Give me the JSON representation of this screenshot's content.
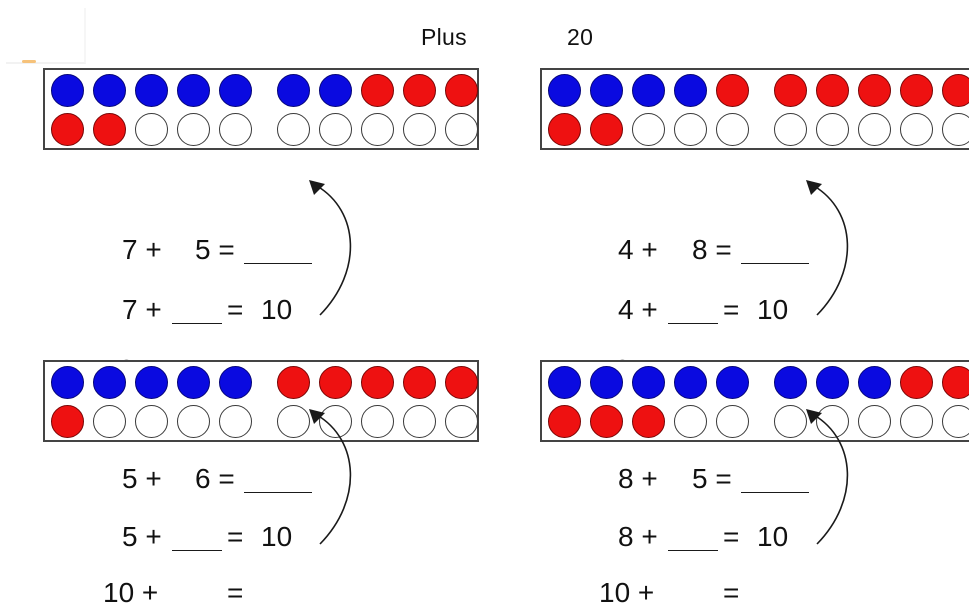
{
  "header": {
    "title_word": "Plus",
    "title_number": "20"
  },
  "colors": {
    "blue": "#0a0ae0",
    "red": "#ee1111",
    "empty": "#ffffff",
    "frame": "#444444"
  },
  "exercises": [
    {
      "dots": {
        "top": [
          "blue",
          "blue",
          "blue",
          "blue",
          "blue",
          "blue",
          "blue",
          "red",
          "red",
          "red"
        ],
        "bottom": [
          "red",
          "red",
          "empty",
          "empty",
          "empty",
          "empty",
          "empty",
          "empty",
          "empty",
          "empty"
        ]
      },
      "line1": {
        "a": "7 +",
        "b": "5 ="
      },
      "line2": {
        "a": "7 +",
        "eq": "=",
        "result": "10"
      },
      "line3": {
        "a": "10 +",
        "eq": "="
      }
    },
    {
      "dots": {
        "top": [
          "blue",
          "blue",
          "blue",
          "blue",
          "red",
          "red",
          "red",
          "red",
          "red",
          "red"
        ],
        "bottom": [
          "red",
          "red",
          "empty",
          "empty",
          "empty",
          "empty",
          "empty",
          "empty",
          "empty",
          "empty"
        ]
      },
      "line1": {
        "a": "4 +",
        "b": "8 ="
      },
      "line2": {
        "a": "4 +",
        "eq": "=",
        "result": "10"
      },
      "line3": {
        "a": "10 +",
        "eq": "="
      }
    },
    {
      "dots": {
        "top": [
          "blue",
          "blue",
          "blue",
          "blue",
          "blue",
          "red",
          "red",
          "red",
          "red",
          "red"
        ],
        "bottom": [
          "red",
          "empty",
          "empty",
          "empty",
          "empty",
          "empty",
          "empty",
          "empty",
          "empty",
          "empty"
        ]
      },
      "line1": {
        "a": "5 +",
        "b": "6 ="
      },
      "line2": {
        "a": "5 +",
        "eq": "=",
        "result": "10"
      },
      "line3": {
        "a": "10 +",
        "eq": "="
      }
    },
    {
      "dots": {
        "top": [
          "blue",
          "blue",
          "blue",
          "blue",
          "blue",
          "blue",
          "blue",
          "blue",
          "red",
          "red"
        ],
        "bottom": [
          "red",
          "red",
          "red",
          "empty",
          "empty",
          "empty",
          "empty",
          "empty",
          "empty",
          "empty"
        ]
      },
      "line1": {
        "a": "8 +",
        "b": "5 ="
      },
      "line2": {
        "a": "8 +",
        "eq": "=",
        "result": "10"
      },
      "line3": {
        "a": "10 +",
        "eq": "="
      }
    }
  ]
}
